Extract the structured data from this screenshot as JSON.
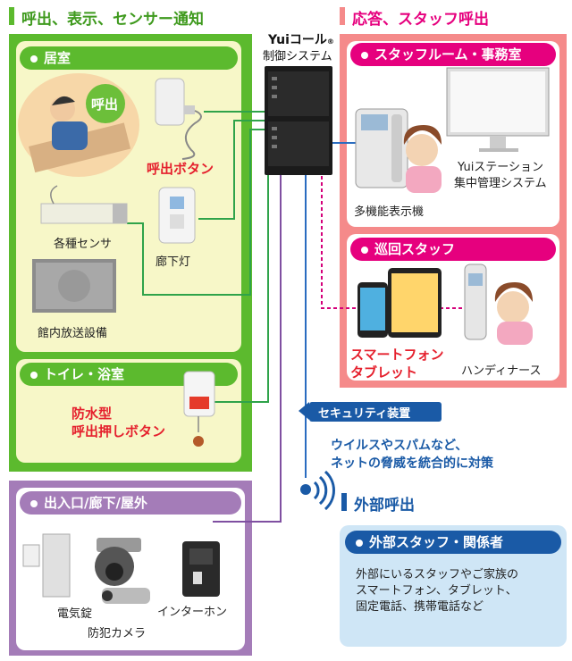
{
  "headers": {
    "left": "呼出、表示、センサー通知",
    "right": "応答、スタッフ呼出",
    "external": "外部呼出"
  },
  "system": {
    "brand": "Yuiコール",
    "reg": "®",
    "subtitle": "制御システム"
  },
  "room": {
    "title": "居室",
    "call_bubble": "呼出",
    "call_button": "呼出ボタン",
    "sensor": "各種センサ",
    "hallway_light": "廊下灯",
    "pa_system": "館内放送設備"
  },
  "toilet": {
    "title": "トイレ・浴室",
    "button_line1": "防水型",
    "button_line2": "呼出押しボタン"
  },
  "entrance": {
    "title": "出入口/廊下/屋外",
    "lock": "電気錠",
    "camera": "防犯カメラ",
    "intercom": "インターホン"
  },
  "staff_room": {
    "title": "スタッフルーム・事務室",
    "station_line1": "Yuiステーション",
    "station_line2": "集中管理システム",
    "phone": "多機能表示機"
  },
  "patrol": {
    "title": "巡回スタッフ",
    "device_line1": "スマートフォン",
    "device_line2": "タブレット",
    "handy": "ハンディナース"
  },
  "security": {
    "label": "セキュリティ装置",
    "desc_line1": "ウイルスやスパムなど、",
    "desc_line2": "ネットの脅威を統合的に対策"
  },
  "external_panel": {
    "title": "外部スタッフ・関係者",
    "line1": "外部にいるスタッフやご家族の",
    "line2": "スマートフォン、タブレット、",
    "line3": "固定電話、携帯電話など"
  },
  "colors": {
    "green": "#5cba2e",
    "green_panel": "#f7f7c8",
    "pink": "#e6007e",
    "pink_panel": "#f58a8a",
    "purple": "#a47cb8",
    "blue": "#1a5aa6",
    "light_blue": "#cfe6f6"
  }
}
